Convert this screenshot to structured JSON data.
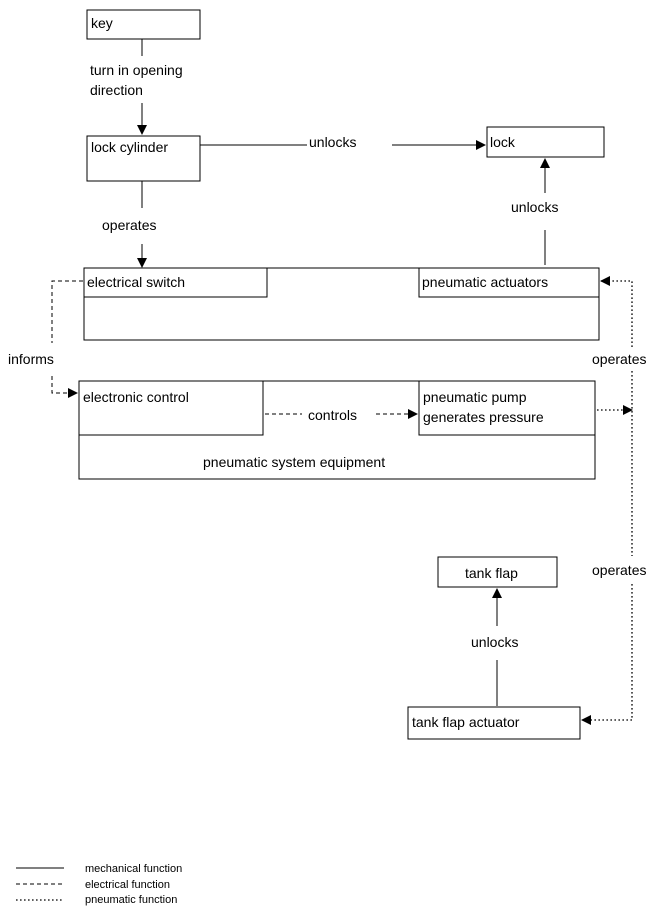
{
  "nodes": {
    "key": "key",
    "lock_cylinder": "lock cylinder",
    "lock": "lock",
    "electrical_switch": "electrical switch",
    "pneumatic_actuators": "pneumatic actuators",
    "electronic_control": "electronic control",
    "pneumatic_pump_line1": "pneumatic pump",
    "pneumatic_pump_line2": "generates pressure",
    "pneumatic_system_equipment": "pneumatic system equipment",
    "tank_flap": "tank flap",
    "tank_flap_actuator": "tank flap actuator"
  },
  "edges": {
    "turn_in_opening_line1": "turn in opening",
    "turn_in_opening_line2": "direction",
    "unlocks_top": "unlocks",
    "operates_switch": "operates",
    "unlocks_lock": "unlocks",
    "informs": "informs",
    "controls": "controls",
    "operates_right_upper": "operates",
    "operates_right_lower": "operates",
    "unlocks_tank_flap": "unlocks"
  },
  "legend": {
    "mechanical": "mechanical function",
    "electrical": "electrical function",
    "pneumatic": "pneumatic function"
  }
}
